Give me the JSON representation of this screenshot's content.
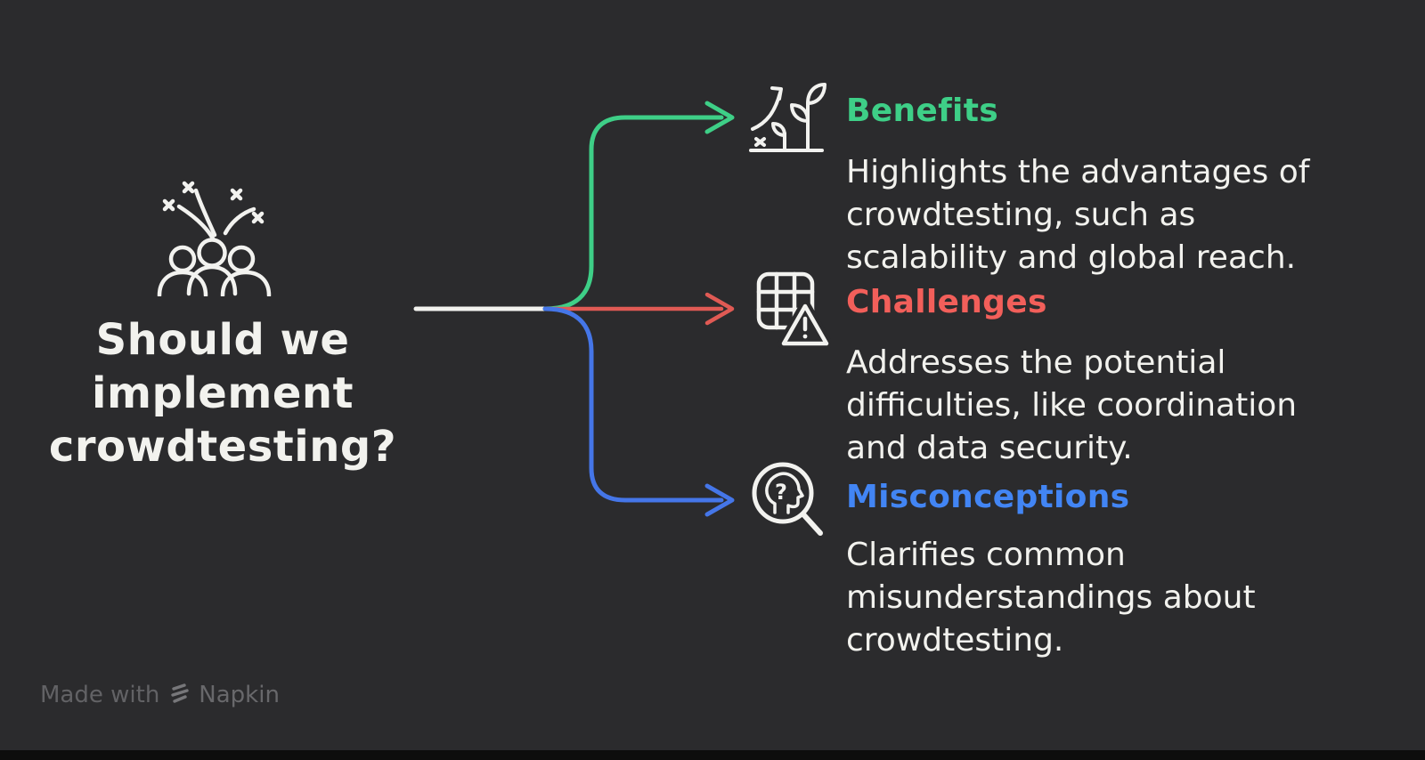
{
  "app": {
    "background_color": "#2b2b2d",
    "bottom_bar_color": "#0d0d0d"
  },
  "question": {
    "icon": "crowd-celebration-icon",
    "title_lines": [
      "Should we",
      "implement",
      "crowdtesting?"
    ],
    "text_color": "#f2f2ee"
  },
  "connector": {
    "trunk_color": "#f2f2ee"
  },
  "branches": [
    {
      "label": "Benefits",
      "color": "#3ecf87",
      "icon": "growth-plant-icon",
      "description": "Highlights the advantages of crowdtesting, such as scalability and global reach."
    },
    {
      "label": "Challenges",
      "color": "#f25f5a",
      "line_color": "#e05a54",
      "icon": "grid-warning-icon",
      "description": "Addresses the potential difficulties, like coordination and data security."
    },
    {
      "label": "Misconceptions",
      "color": "#4285f4",
      "line_color": "#4576e8",
      "icon": "head-question-magnifier-icon",
      "description": "Clarifies common misunderstandings about crowdtesting."
    }
  ],
  "footer": {
    "made_with_label": "Made with",
    "brand_name": "Napkin",
    "logo_icon": "napkin-logo-icon",
    "text_color": "#626265"
  }
}
